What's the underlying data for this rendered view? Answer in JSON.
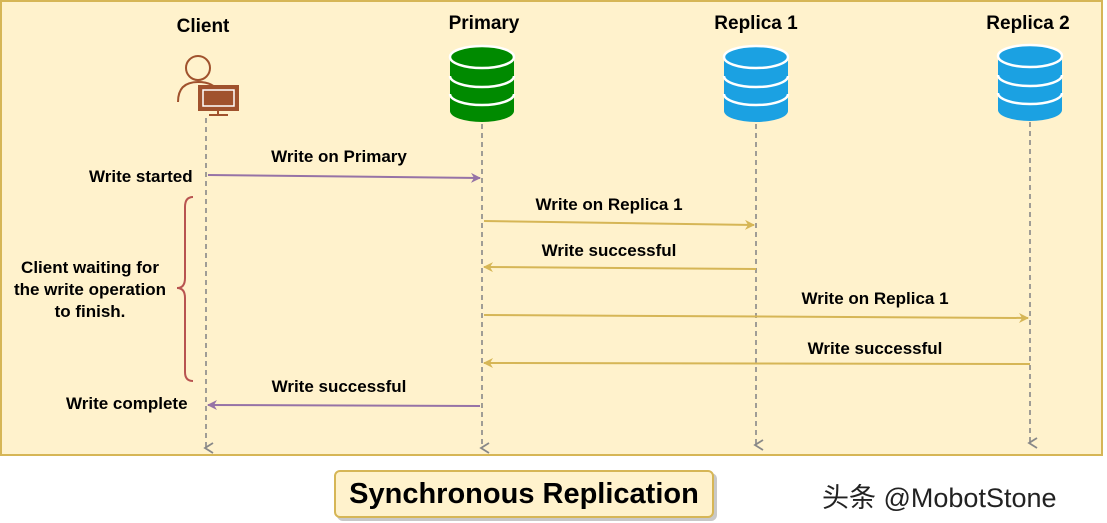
{
  "actors": [
    {
      "id": "client",
      "label": "Client"
    },
    {
      "id": "primary",
      "label": "Primary"
    },
    {
      "id": "replica1",
      "label": "Replica 1"
    },
    {
      "id": "replica2",
      "label": "Replica 2"
    }
  ],
  "messages": [
    {
      "label": "Write on Primary",
      "from": "Client",
      "to": "Primary",
      "color": "#9673a6"
    },
    {
      "label": "Write on Replica 1",
      "from": "Primary",
      "to": "Replica 1",
      "color": "#d6b656"
    },
    {
      "label": "Write successful",
      "from": "Replica 1",
      "to": "Primary",
      "color": "#d6b656"
    },
    {
      "label": "Write on Replica 1",
      "from": "Primary",
      "to": "Replica 2",
      "color": "#d6b656"
    },
    {
      "label": "Write successful",
      "from": "Replica 2",
      "to": "Primary",
      "color": "#d6b656"
    },
    {
      "label": "Write successful",
      "from": "Primary",
      "to": "Client",
      "color": "#9673a6"
    }
  ],
  "side_notes": {
    "write_started": "Write started",
    "write_complete": "Write complete",
    "waiting_lines": [
      "Client waiting for",
      "the write operation",
      "to finish."
    ]
  },
  "title": "Synchronous Replication",
  "watermark": "头条 @MobotStone",
  "colors": {
    "background": "#fff2cc",
    "border": "#d6b656",
    "client_arrow": "#9673a6",
    "replica_arrow": "#d6b656",
    "primary_db": "#008a00",
    "replica_db": "#1ba1e2",
    "client_icon": "#a0522d",
    "brace": "#b85450"
  },
  "icons": {
    "client": "user-computer-icon",
    "primary": "database-icon",
    "replica": "database-icon"
  }
}
